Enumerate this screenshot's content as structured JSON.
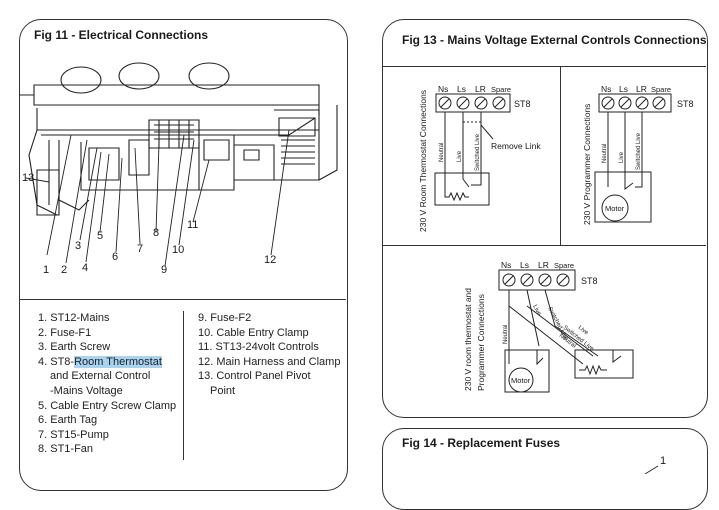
{
  "fig11": {
    "title": "Fig 11 - Electrical Connections",
    "callouts": [
      "1",
      "2",
      "3",
      "4",
      "5",
      "6",
      "7",
      "8",
      "9",
      "10",
      "11",
      "12",
      "13"
    ],
    "legend_left": [
      {
        "text": "1. ST12-Mains"
      },
      {
        "text": "2. Fuse-F1"
      },
      {
        "text": "3. Earth Screw"
      },
      {
        "prefix": "4. ST8-",
        "highlight": "Room Thermostat"
      },
      {
        "text": "and External Control",
        "cont": true
      },
      {
        "text": "-Mains Voltage",
        "cont": true
      },
      {
        "text": "5. Cable Entry Screw Clamp"
      },
      {
        "text": "6. Earth Tag"
      },
      {
        "text": "7. ST15-Pump"
      },
      {
        "text": "8. ST1-Fan"
      }
    ],
    "legend_right": [
      {
        "text": "9. Fuse-F2"
      },
      {
        "text": "10. Cable Entry Clamp"
      },
      {
        "text": "11. ST13-24volt Controls"
      },
      {
        "text": "12. Main Harness and Clamp"
      },
      {
        "text": "13. Control Panel Pivot"
      },
      {
        "text": "Point",
        "cont": true
      }
    ]
  },
  "fig13": {
    "title": "Fig 13 - Mains Voltage External Controls Connections",
    "terminals": [
      "Ns",
      "Ls",
      "LR",
      "Spare"
    ],
    "connector": "ST8",
    "wire_neutral": "Neutral",
    "wire_live": "Live",
    "wire_switched": "Switched Live",
    "remove_link": "Remove Link",
    "motor": "Motor",
    "panel_a_label": "230 V Room Thermostat Connections",
    "panel_b_label": "230 V Programmer Connections",
    "panel_c_label_1": "230 V room thermostat and",
    "panel_c_label_2": "Programmer Connections"
  },
  "fig14": {
    "title": "Fig 14 - Replacement Fuses",
    "callout": "1"
  }
}
